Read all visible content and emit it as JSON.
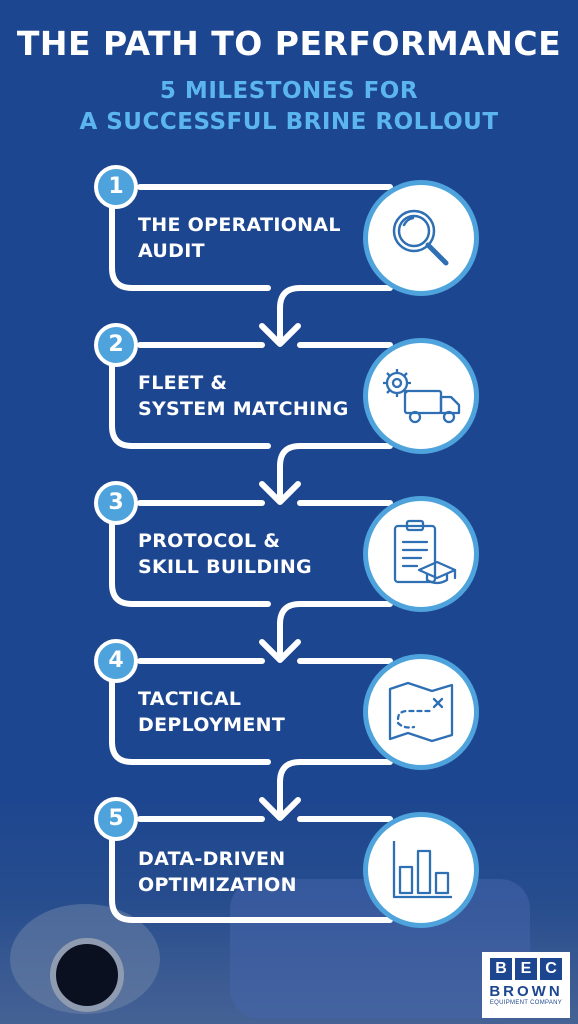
{
  "header": {
    "title": "THE PATH TO PERFORMANCE",
    "subtitle_line1": "5 MILESTONES FOR",
    "subtitle_line2": "A SUCCESSFUL BRINE ROLLOUT"
  },
  "steps": [
    {
      "number": "1",
      "line1": "THE OPERATIONAL",
      "line2": "AUDIT",
      "icon": "magnifying-glass-icon"
    },
    {
      "number": "2",
      "line1": "FLEET &",
      "line2": "SYSTEM MATCHING",
      "icon": "gear-truck-icon"
    },
    {
      "number": "3",
      "line1": "PROTOCOL &",
      "line2": "SKILL BUILDING",
      "icon": "clipboard-graduation-cap-icon"
    },
    {
      "number": "4",
      "line1": "TACTICAL",
      "line2": "DEPLOYMENT",
      "icon": "map-route-icon"
    },
    {
      "number": "5",
      "line1": "DATA-DRIVEN",
      "line2": "OPTIMIZATION",
      "icon": "bar-chart-icon"
    }
  ],
  "logo": {
    "letters": [
      "B",
      "E",
      "C"
    ],
    "name": "BROWN",
    "tagline": "EQUIPMENT COMPANY"
  },
  "colors": {
    "background": "#1d4690",
    "accent": "#4ea3dc",
    "subtitle": "#5cb6ee",
    "line": "#ffffff"
  }
}
